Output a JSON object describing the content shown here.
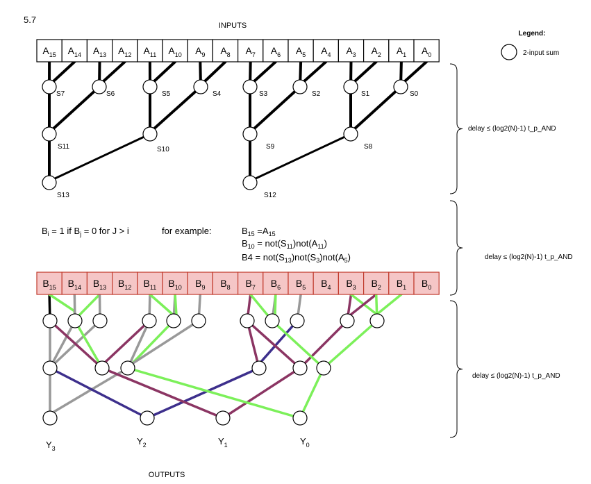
{
  "problem_label": "5.7",
  "inputs_title": "INPUTS",
  "outputs_title": "OUTPUTS",
  "legend": {
    "title": "Legend:",
    "item_label": "2-input sum"
  },
  "a_cells": [
    {
      "base": "A",
      "sub": "15"
    },
    {
      "base": "A",
      "sub": "14"
    },
    {
      "base": "A",
      "sub": "13"
    },
    {
      "base": "A",
      "sub": "12"
    },
    {
      "base": "A",
      "sub": "11"
    },
    {
      "base": "A",
      "sub": "10"
    },
    {
      "base": "A",
      "sub": "9"
    },
    {
      "base": "A",
      "sub": "8"
    },
    {
      "base": "A",
      "sub": "7"
    },
    {
      "base": "A",
      "sub": "6"
    },
    {
      "base": "A",
      "sub": "5"
    },
    {
      "base": "A",
      "sub": "4"
    },
    {
      "base": "A",
      "sub": "3"
    },
    {
      "base": "A",
      "sub": "2"
    },
    {
      "base": "A",
      "sub": "1"
    },
    {
      "base": "A",
      "sub": "0"
    }
  ],
  "b_cells": [
    {
      "base": "B",
      "sub": "15"
    },
    {
      "base": "B",
      "sub": "14"
    },
    {
      "base": "B",
      "sub": "13"
    },
    {
      "base": "B",
      "sub": "12"
    },
    {
      "base": "B",
      "sub": "11"
    },
    {
      "base": "B",
      "sub": "10"
    },
    {
      "base": "B",
      "sub": "9"
    },
    {
      "base": "B",
      "sub": "8"
    },
    {
      "base": "B",
      "sub": "7"
    },
    {
      "base": "B",
      "sub": "6"
    },
    {
      "base": "B",
      "sub": "5"
    },
    {
      "base": "B",
      "sub": "4"
    },
    {
      "base": "B",
      "sub": "3"
    },
    {
      "base": "B",
      "sub": "2"
    },
    {
      "base": "B",
      "sub": "1"
    },
    {
      "base": "B",
      "sub": "0"
    }
  ],
  "s_labels": [
    "S7",
    "S6",
    "S5",
    "S4",
    "S3",
    "S2",
    "S1",
    "S0",
    "S11",
    "S10",
    "S9",
    "S8",
    "S13",
    "S12"
  ],
  "rule_text": {
    "prefix": "B",
    "i": "i",
    "mid": " = 1 if B",
    "j": "j",
    "suffix": " = 0 for J > i"
  },
  "for_example": "for example:",
  "examples": [
    {
      "lhs_base": "B",
      "lhs_sub": "15",
      "rhs": "=A",
      "rhs_sub": "15"
    },
    {
      "lhs_base": "B",
      "lhs_sub": "10",
      "rhs": "= not(S",
      "rhs_sub": "11",
      "rhs2": ")not(A",
      "rhs_sub2": "11",
      "rhs3": ")"
    },
    {
      "text": "B4 = not(S",
      "sub1": "13",
      "t2": ")not(S",
      "sub2": "3",
      "t3": ")not(A",
      "sub3": "5",
      "t4": ")"
    }
  ],
  "delay_label": "delay ≤ (log2(N)-1) t_p_AND",
  "outputs": [
    {
      "base": "Y",
      "sub": "3"
    },
    {
      "base": "Y",
      "sub": "2"
    },
    {
      "base": "Y",
      "sub": "1"
    },
    {
      "base": "Y",
      "sub": "0"
    }
  ],
  "colors": {
    "black": "#000000",
    "gray": "#999999",
    "green": "#7cf05a",
    "purple": "#8b3563",
    "blue": "#3d2f8c",
    "b_fill": "#f5c6c6",
    "b_stroke": "#c0392b"
  }
}
